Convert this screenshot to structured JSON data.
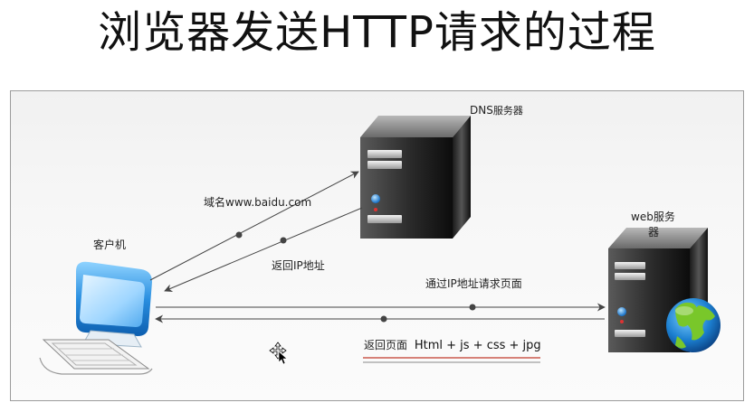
{
  "title": "浏览器发送HTTP请求的过程",
  "nodes": {
    "client": {
      "label": "客户机"
    },
    "dns": {
      "label_main": "DNS",
      "label_suffix": "服务器"
    },
    "web": {
      "label_line1": "web服务",
      "label_line2": "器"
    }
  },
  "edges": {
    "domain_request": {
      "label": "域名www.baidu.com"
    },
    "ip_return": {
      "label": "返回IP地址"
    },
    "page_request": {
      "label": "通过IP地址请求页面"
    },
    "page_return": {
      "label_prefix": "返回页面",
      "label_content": "Html + js + css + jpg"
    }
  },
  "colors": {
    "arrow": "#444444",
    "underline_red": "#c0392b",
    "underline_gray": "#888888"
  }
}
